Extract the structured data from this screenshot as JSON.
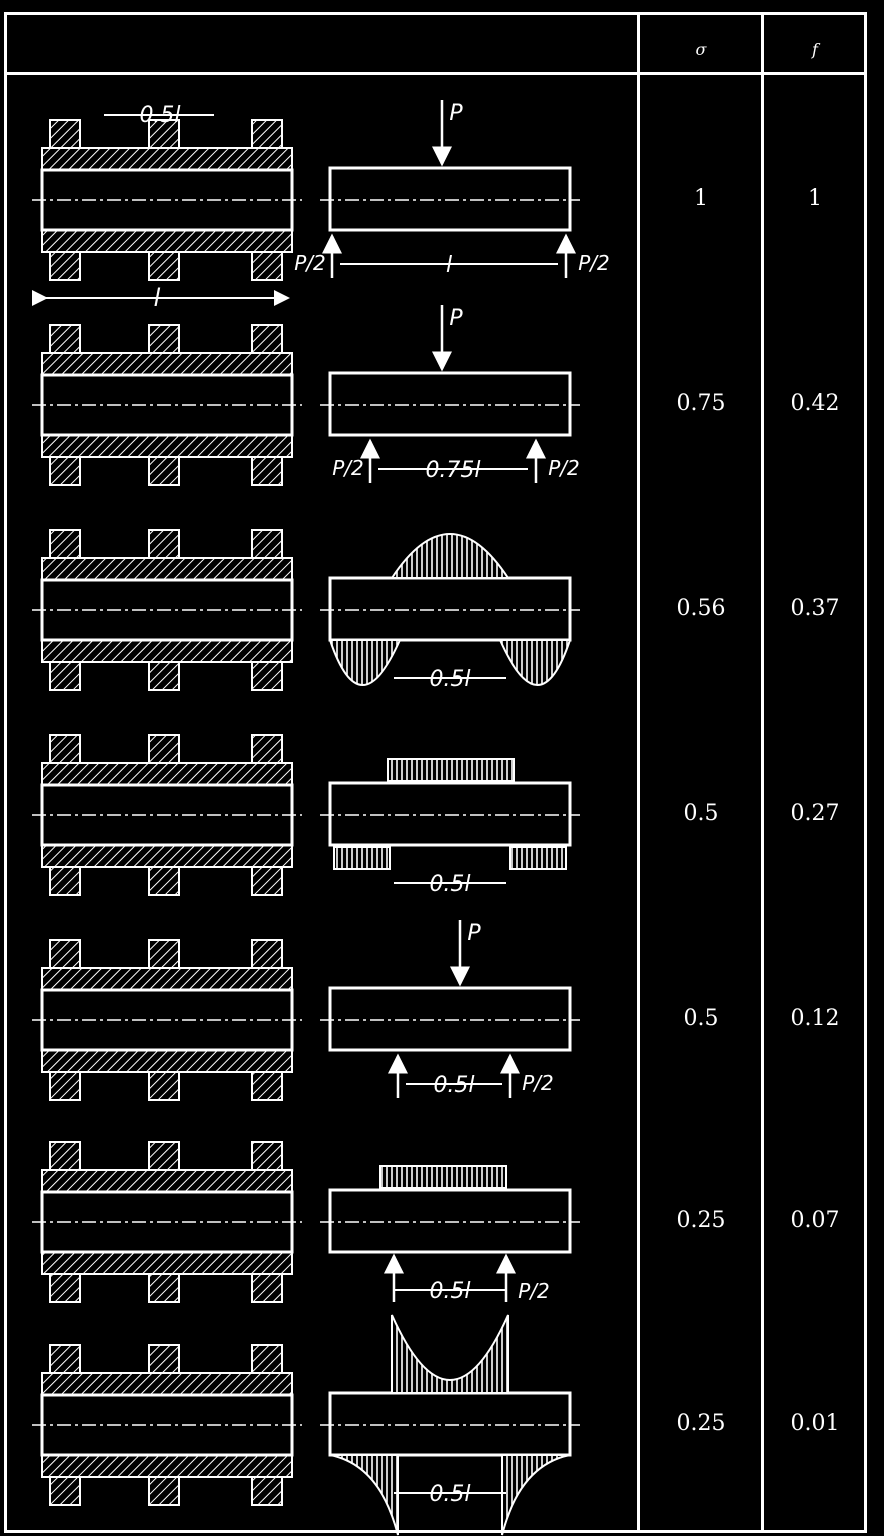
{
  "header": {
    "col_sigma": "σ",
    "col_f": "f"
  },
  "rows": [
    {
      "sigma": "1",
      "f": "1",
      "load": "point",
      "span_label": "l",
      "support_label": "P/2",
      "load_label": "P",
      "housing_label": "l",
      "dim_top": "0.5l"
    },
    {
      "sigma": "0.75",
      "f": "0.42",
      "load": "point",
      "span_label": "0.75l",
      "support_label": "P/2",
      "load_label": "P"
    },
    {
      "sigma": "0.56",
      "f": "0.37",
      "load": "parabolic",
      "span_label": "0.5l"
    },
    {
      "sigma": "0.5",
      "f": "0.27",
      "load": "uniform",
      "span_label": "0.5l"
    },
    {
      "sigma": "0.5",
      "f": "0.12",
      "load": "point-offset",
      "span_label": "0.5l",
      "support_label": "P/2",
      "load_label": "P"
    },
    {
      "sigma": "0.25",
      "f": "0.07",
      "load": "uniform-offset",
      "span_label": "0.5l",
      "support_label": "P/2"
    },
    {
      "sigma": "0.25",
      "f": "0.01",
      "load": "concave",
      "span_label": "0.5l"
    }
  ]
}
